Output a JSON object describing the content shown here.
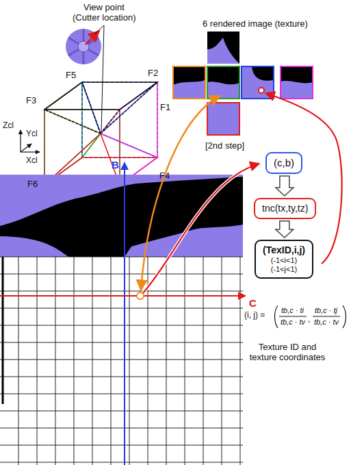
{
  "diagram": {
    "nodes": [
      {
        "text": [
          "(c,b)"
        ]
      },
      {
        "text": [
          "tnc(tx,ty,tz)"
        ]
      },
      {
        "text": [
          "(TexID,i,j)",
          "(-1<i<1)",
          "(-1<j<1)"
        ]
      }
    ],
    "edges": [
      {
        "from": 0,
        "to": 1,
        "arrow": "to"
      },
      {
        "from": 1,
        "to": 2,
        "arrow": "to"
      }
    ],
    "labels": [
      "View point",
      "(Cutter location)",
      "6 rendered image (texture)",
      "Zcl",
      "Ycl",
      "Xcl",
      "F5",
      "F2",
      "F3",
      "F1",
      "F6",
      "F4",
      "[2nd step]",
      "B",
      "C",
      "(i, j) =",
      "tb,c · ti",
      "tb,c · tv",
      ",",
      "tb,c · tj",
      "tb,c · tv",
      "Texture ID and texture coordinates"
    ]
  }
}
